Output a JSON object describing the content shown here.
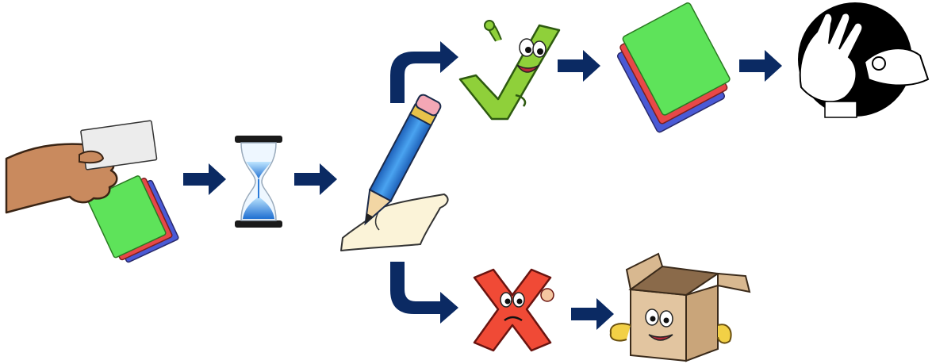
{
  "diagram": {
    "background": "#ffffff",
    "arrow_color": "#0b2a63",
    "card_colors": {
      "front": "#5ee35a",
      "middle": "#e84848",
      "back": "#4a5ad6"
    },
    "steps": [
      {
        "icon": "hand-holding-card-icon",
        "icon_name": "hand-with-card-and-colored-cards"
      },
      {
        "icon": "hourglass-icon",
        "icon_name": "hourglass"
      },
      {
        "icon": "pencil-writing-icon",
        "icon_name": "pencil-on-paper"
      },
      {
        "icon": "green-check-mascot-icon",
        "icon_name": "green-checkmark-thumbs-up"
      },
      {
        "icon": "colored-cards-stack-icon",
        "icon_name": "green-red-blue-cards"
      },
      {
        "icon": "sign-language-hands-icon",
        "icon_name": "sign-language-hands"
      },
      {
        "icon": "red-x-mascot-icon",
        "icon_name": "red-x-mascot"
      },
      {
        "icon": "cardboard-box-icon",
        "icon_name": "happy-cardboard-box"
      }
    ]
  }
}
